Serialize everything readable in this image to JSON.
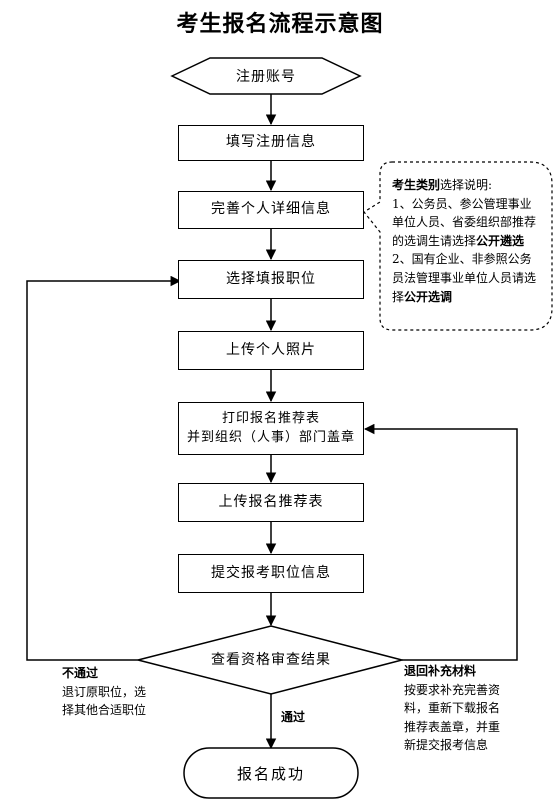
{
  "title": "考生报名流程示意图",
  "steps": {
    "register": "注册账号",
    "fill_info": "填写注册信息",
    "complete_info": "完善个人详细信息",
    "choose_position": "选择填报职位",
    "upload_photo": "上传个人照片",
    "print_line1": "打印报名推荐表",
    "print_line2": "并到组织（人事）部门盖章",
    "upload_form": "上传报名推荐表",
    "submit": "提交报考职位信息",
    "review": "查看资格审查结果",
    "success": "报名成功"
  },
  "note": {
    "head_bold": "考生类别",
    "head_rest": "选择说明:",
    "item1_text": "1、公务员、参公管理事业单位人员、省委组织部推荐的选调生请选择",
    "item1_bold": "公开遴选",
    "item2_text": "2、国有企业、非参照公务员法管理事业单位人员请选择",
    "item2_bold": "公开选调"
  },
  "branches": {
    "fail_head": "不通过",
    "fail_text1": "退订原职位，选",
    "fail_text2": "择其他合适职位",
    "pass": "通过",
    "return_head": "退回补充材料",
    "return_text1": "按要求补充完善资",
    "return_text2": "料，重新下载报名",
    "return_text3": "推荐表盖章，并重",
    "return_text4": "新提交报考信息"
  }
}
